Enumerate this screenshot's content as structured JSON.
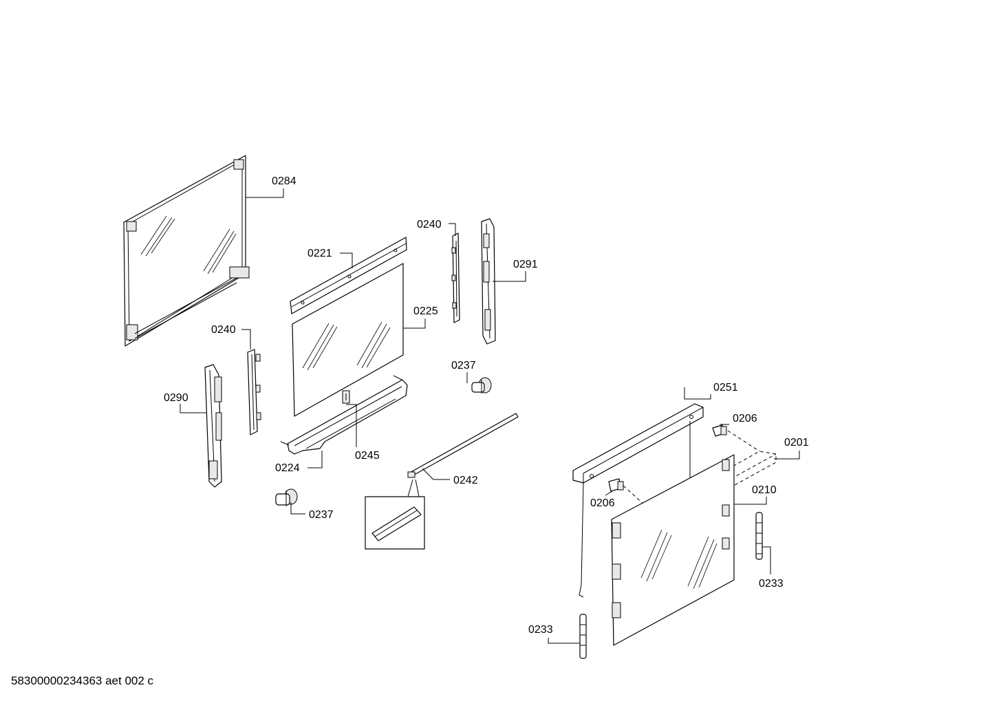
{
  "footer": {
    "document_id": "58300000234363 aet 002 c"
  },
  "callouts": {
    "c0284": "0284",
    "c0240_top": "0240",
    "c0221": "0221",
    "c0291": "0291",
    "c0225": "0225",
    "c0240_mid": "0240",
    "c0237_right": "0237",
    "c0290": "0290",
    "c0245": "0245",
    "c0224": "0224",
    "c0242": "0242",
    "c0237_left": "0237",
    "c0251": "0251",
    "c0206_top": "0206",
    "c0201": "0201",
    "c0206_bottom": "0206",
    "c0210": "0210",
    "c0233_right": "0233",
    "c0233_bottom": "0233"
  }
}
